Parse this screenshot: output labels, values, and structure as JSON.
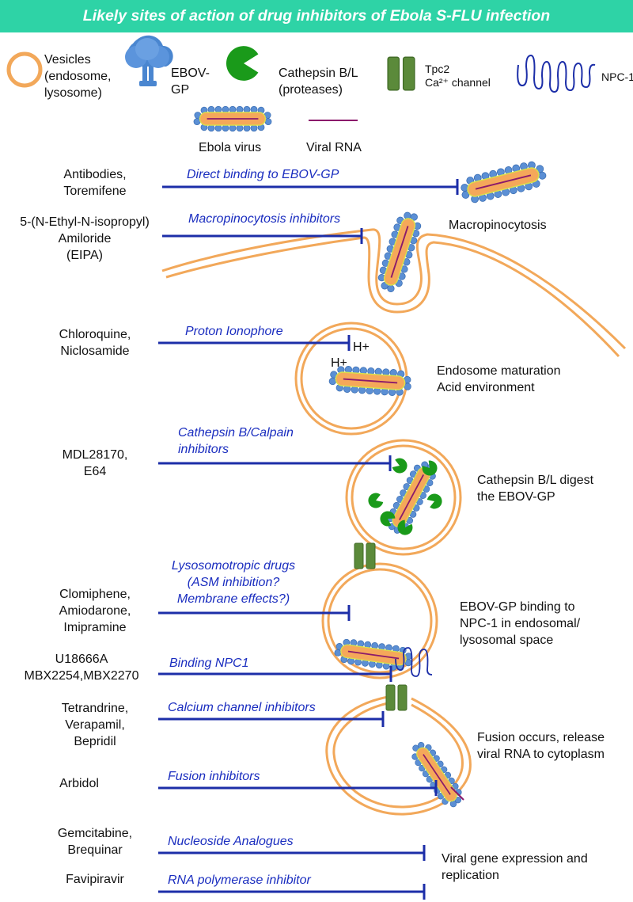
{
  "title": "Likely sites of action of drug inhibitors of Ebola S-FLU infection",
  "legend": {
    "vesicles": [
      "Vesicles",
      "(endosome,",
      "lysosome)"
    ],
    "ebov_gp": [
      "EBOV-",
      "GP"
    ],
    "cathepsin": [
      "Cathepsin B/L",
      "(proteases)"
    ],
    "tpc2": [
      "Tpc2",
      "Ca²⁺ channel"
    ],
    "npc1": "NPC-1",
    "ebola_virus": "Ebola virus",
    "viral_rna": "Viral RNA"
  },
  "colors": {
    "header": "#2ed3a6",
    "membrane": "#f2a85a",
    "inhibitor_line": "#1c2ea8",
    "mechanism_text": "#1a2dbf",
    "gp_blue": "#5b8fd4",
    "cathepsin_green": "#1a9a1a",
    "tpc2_green": "#5b8a3a",
    "rna": "#8b1a6b"
  },
  "rows": [
    {
      "drugs": [
        "Antibodies,",
        "Toremifene"
      ],
      "mechanism": [
        "Direct binding to EBOV-GP"
      ],
      "site": []
    },
    {
      "drugs": [
        "5-(N-Ethyl-N-isopropyl)",
        "Amiloride",
        "(EIPA)"
      ],
      "mechanism": [
        "Macropinocytosis inhibitors"
      ],
      "site": [
        "Macropinocytosis"
      ]
    },
    {
      "drugs": [
        "Chloroquine,",
        "Niclosamide"
      ],
      "mechanism": [
        "Proton Ionophore"
      ],
      "site": [
        "Endosome maturation",
        "Acid environment"
      ],
      "labels": [
        "H+",
        "H+"
      ]
    },
    {
      "drugs": [
        "MDL28170,",
        "E64"
      ],
      "mechanism": [
        "Cathepsin B/Calpain",
        "inhibitors"
      ],
      "site": [
        "Cathepsin B/L digest",
        "the EBOV-GP"
      ]
    },
    {
      "drugs": [
        "Clomiphene,",
        "Amiodarone,",
        "Imipramine"
      ],
      "mechanism": [
        "Lysosomotropic drugs",
        "(ASM inhibition?",
        "Membrane effects?)"
      ],
      "site": [
        "EBOV-GP binding to",
        "NPC-1 in endosomal/",
        "lysosomal space"
      ]
    },
    {
      "drugs": [
        "U18666A",
        "MBX2254,MBX2270"
      ],
      "mechanism": [
        "Binding NPC1"
      ],
      "site": []
    },
    {
      "drugs": [
        "Tetrandrine,",
        "Verapamil,",
        "Bepridil"
      ],
      "mechanism": [
        "Calcium channel inhibitors"
      ],
      "site": [
        "Fusion occurs, release",
        "viral RNA to cytoplasm"
      ]
    },
    {
      "drugs": [
        "Arbidol"
      ],
      "mechanism": [
        "Fusion inhibitors"
      ],
      "site": []
    },
    {
      "drugs": [
        "Gemcitabine,",
        "Brequinar"
      ],
      "mechanism": [
        "Nucleoside Analogues"
      ],
      "site": [
        "Viral gene expression and",
        "replication"
      ]
    },
    {
      "drugs": [
        "Favipiravir"
      ],
      "mechanism": [
        "RNA polymerase inhibitor"
      ],
      "site": []
    }
  ]
}
